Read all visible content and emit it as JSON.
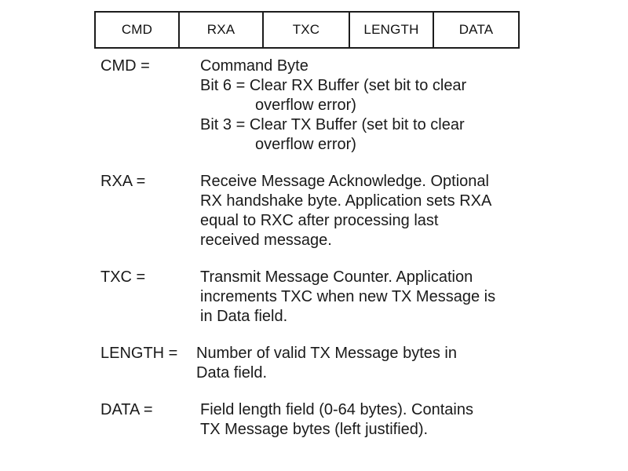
{
  "frame_table": {
    "fields": [
      {
        "name": "cmd",
        "label": "CMD"
      },
      {
        "name": "rxa",
        "label": "RXA"
      },
      {
        "name": "txc",
        "label": "TXC"
      },
      {
        "name": "length",
        "label": "LENGTH"
      },
      {
        "name": "data",
        "label": "DATA"
      }
    ]
  },
  "definitions": [
    {
      "term": "CMD =",
      "lines": [
        {
          "text": "Command Byte",
          "indent": false
        },
        {
          "text": "Bit 6 = Clear RX Buffer (set bit to clear",
          "indent": false
        },
        {
          "text": "overflow error)",
          "indent": true
        },
        {
          "text": "Bit 3 = Clear TX Buffer (set bit to clear",
          "indent": false
        },
        {
          "text": "overflow error)",
          "indent": true
        }
      ]
    },
    {
      "term": "RXA =",
      "lines": [
        {
          "text": "Receive Message Acknowledge. Optional",
          "indent": false
        },
        {
          "text": "RX handshake byte. Application sets RXA",
          "indent": false
        },
        {
          "text": "equal to RXC after processing last",
          "indent": false
        },
        {
          "text": "received message.",
          "indent": false
        }
      ]
    },
    {
      "term": "TXC =",
      "lines": [
        {
          "text": "Transmit Message Counter. Application",
          "indent": false
        },
        {
          "text": "increments TXC when new TX Message is",
          "indent": false
        },
        {
          "text": "in Data field.",
          "indent": false
        }
      ]
    },
    {
      "term": "LENGTH =",
      "lines": [
        {
          "text": "Number of valid TX Message bytes in",
          "indent": false
        },
        {
          "text": "Data field.",
          "indent": false
        }
      ]
    },
    {
      "term": "DATA =",
      "lines": [
        {
          "text": "Field length field (0-64 bytes). Contains",
          "indent": false
        },
        {
          "text": "TX Message bytes (left justified).",
          "indent": false
        }
      ]
    }
  ],
  "colors": {
    "page_background": "#ffffff",
    "text": "#1a1a1a",
    "table_border": "#1c1c1c"
  }
}
